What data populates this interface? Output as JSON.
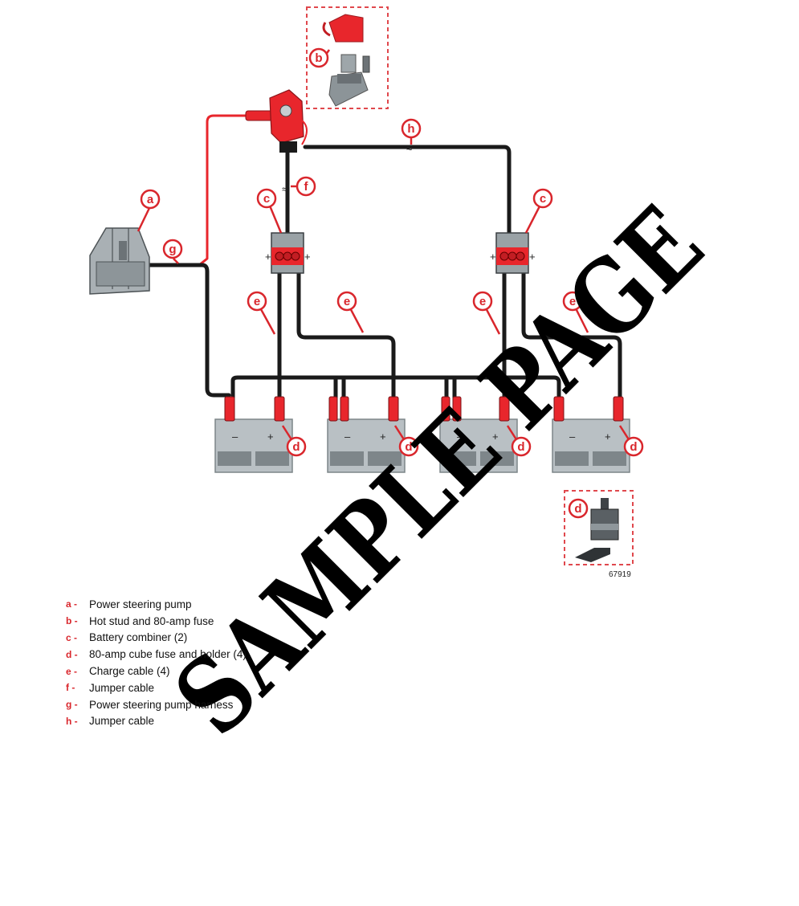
{
  "figure_number": "67919",
  "watermark": "SAMPLE PAGE",
  "battery_terminal_signs": {
    "negative": "–",
    "positive": "+"
  },
  "combiner_terminal_sign": "+",
  "break_symbol": "≈",
  "callouts": [
    "a",
    "b",
    "c",
    "d",
    "e",
    "f",
    "g",
    "h"
  ],
  "legend": [
    {
      "key": "a -",
      "text": "Power steering pump"
    },
    {
      "key": "b -",
      "text": "Hot stud and 80-amp fuse"
    },
    {
      "key": "c -",
      "text": "Battery combiner (2)"
    },
    {
      "key": "d -",
      "text": "80-amp cube fuse and holder (4)"
    },
    {
      "key": "e -",
      "text": "Charge cable (4)"
    },
    {
      "key": "f -",
      "text": "Jumper cable"
    },
    {
      "key": "g -",
      "text": "Power steering pump harness"
    },
    {
      "key": "h -",
      "text": "Jumper cable"
    }
  ],
  "colors": {
    "accent": "#d9262c",
    "cable": "#1a1a1a",
    "battery": "#b9c0c4"
  }
}
